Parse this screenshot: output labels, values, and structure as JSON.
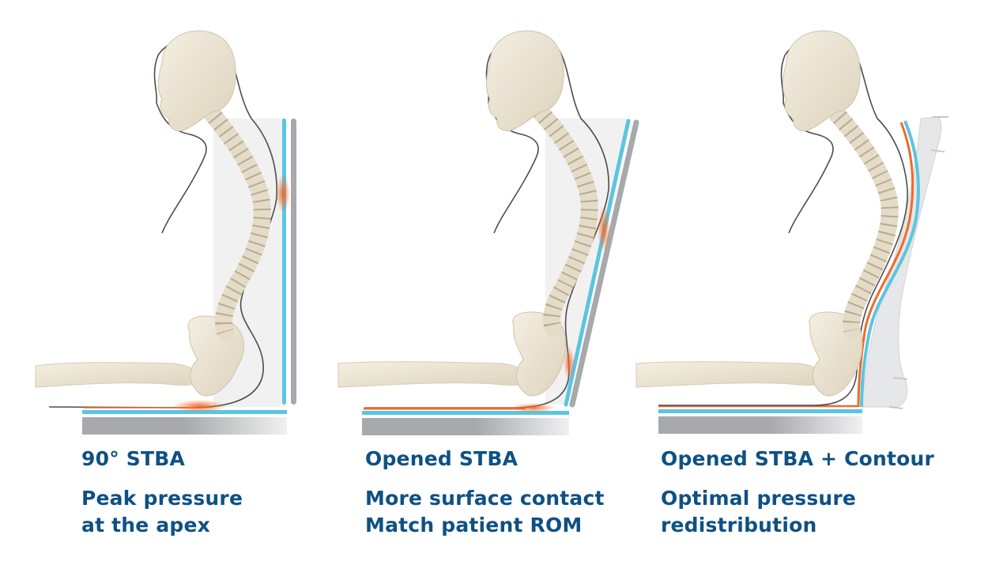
{
  "colors": {
    "text": "#0e5184",
    "cushion_line": "#5bc5de",
    "pressure": "#f06a2a",
    "base_gray": "#a7a9ac",
    "backrest_gray": "#a7a9ac",
    "backrest_fill": "#f1f1f2",
    "bone": "#eae3d2",
    "outline": "#4d4d4d"
  },
  "panels": [
    {
      "id": "90-stba",
      "title": "90° STBA",
      "description": [
        "Peak pressure",
        "at the apex"
      ],
      "backrest": "vertical",
      "pressure_points": [
        "thoracic-apex",
        "ischial-tuberosity"
      ]
    },
    {
      "id": "opened-stba",
      "title": "Opened STBA",
      "description": [
        "More surface contact",
        "Match patient ROM"
      ],
      "backrest": "reclined",
      "pressure_points": [
        "mid-back",
        "sacrum",
        "thigh-length"
      ]
    },
    {
      "id": "opened-stba-contour",
      "title": "Opened STBA + Contour",
      "description": [
        "Optimal pressure",
        "redistribution"
      ],
      "backrest": "contoured",
      "pressure_points": [
        "full-contour-even"
      ]
    }
  ]
}
